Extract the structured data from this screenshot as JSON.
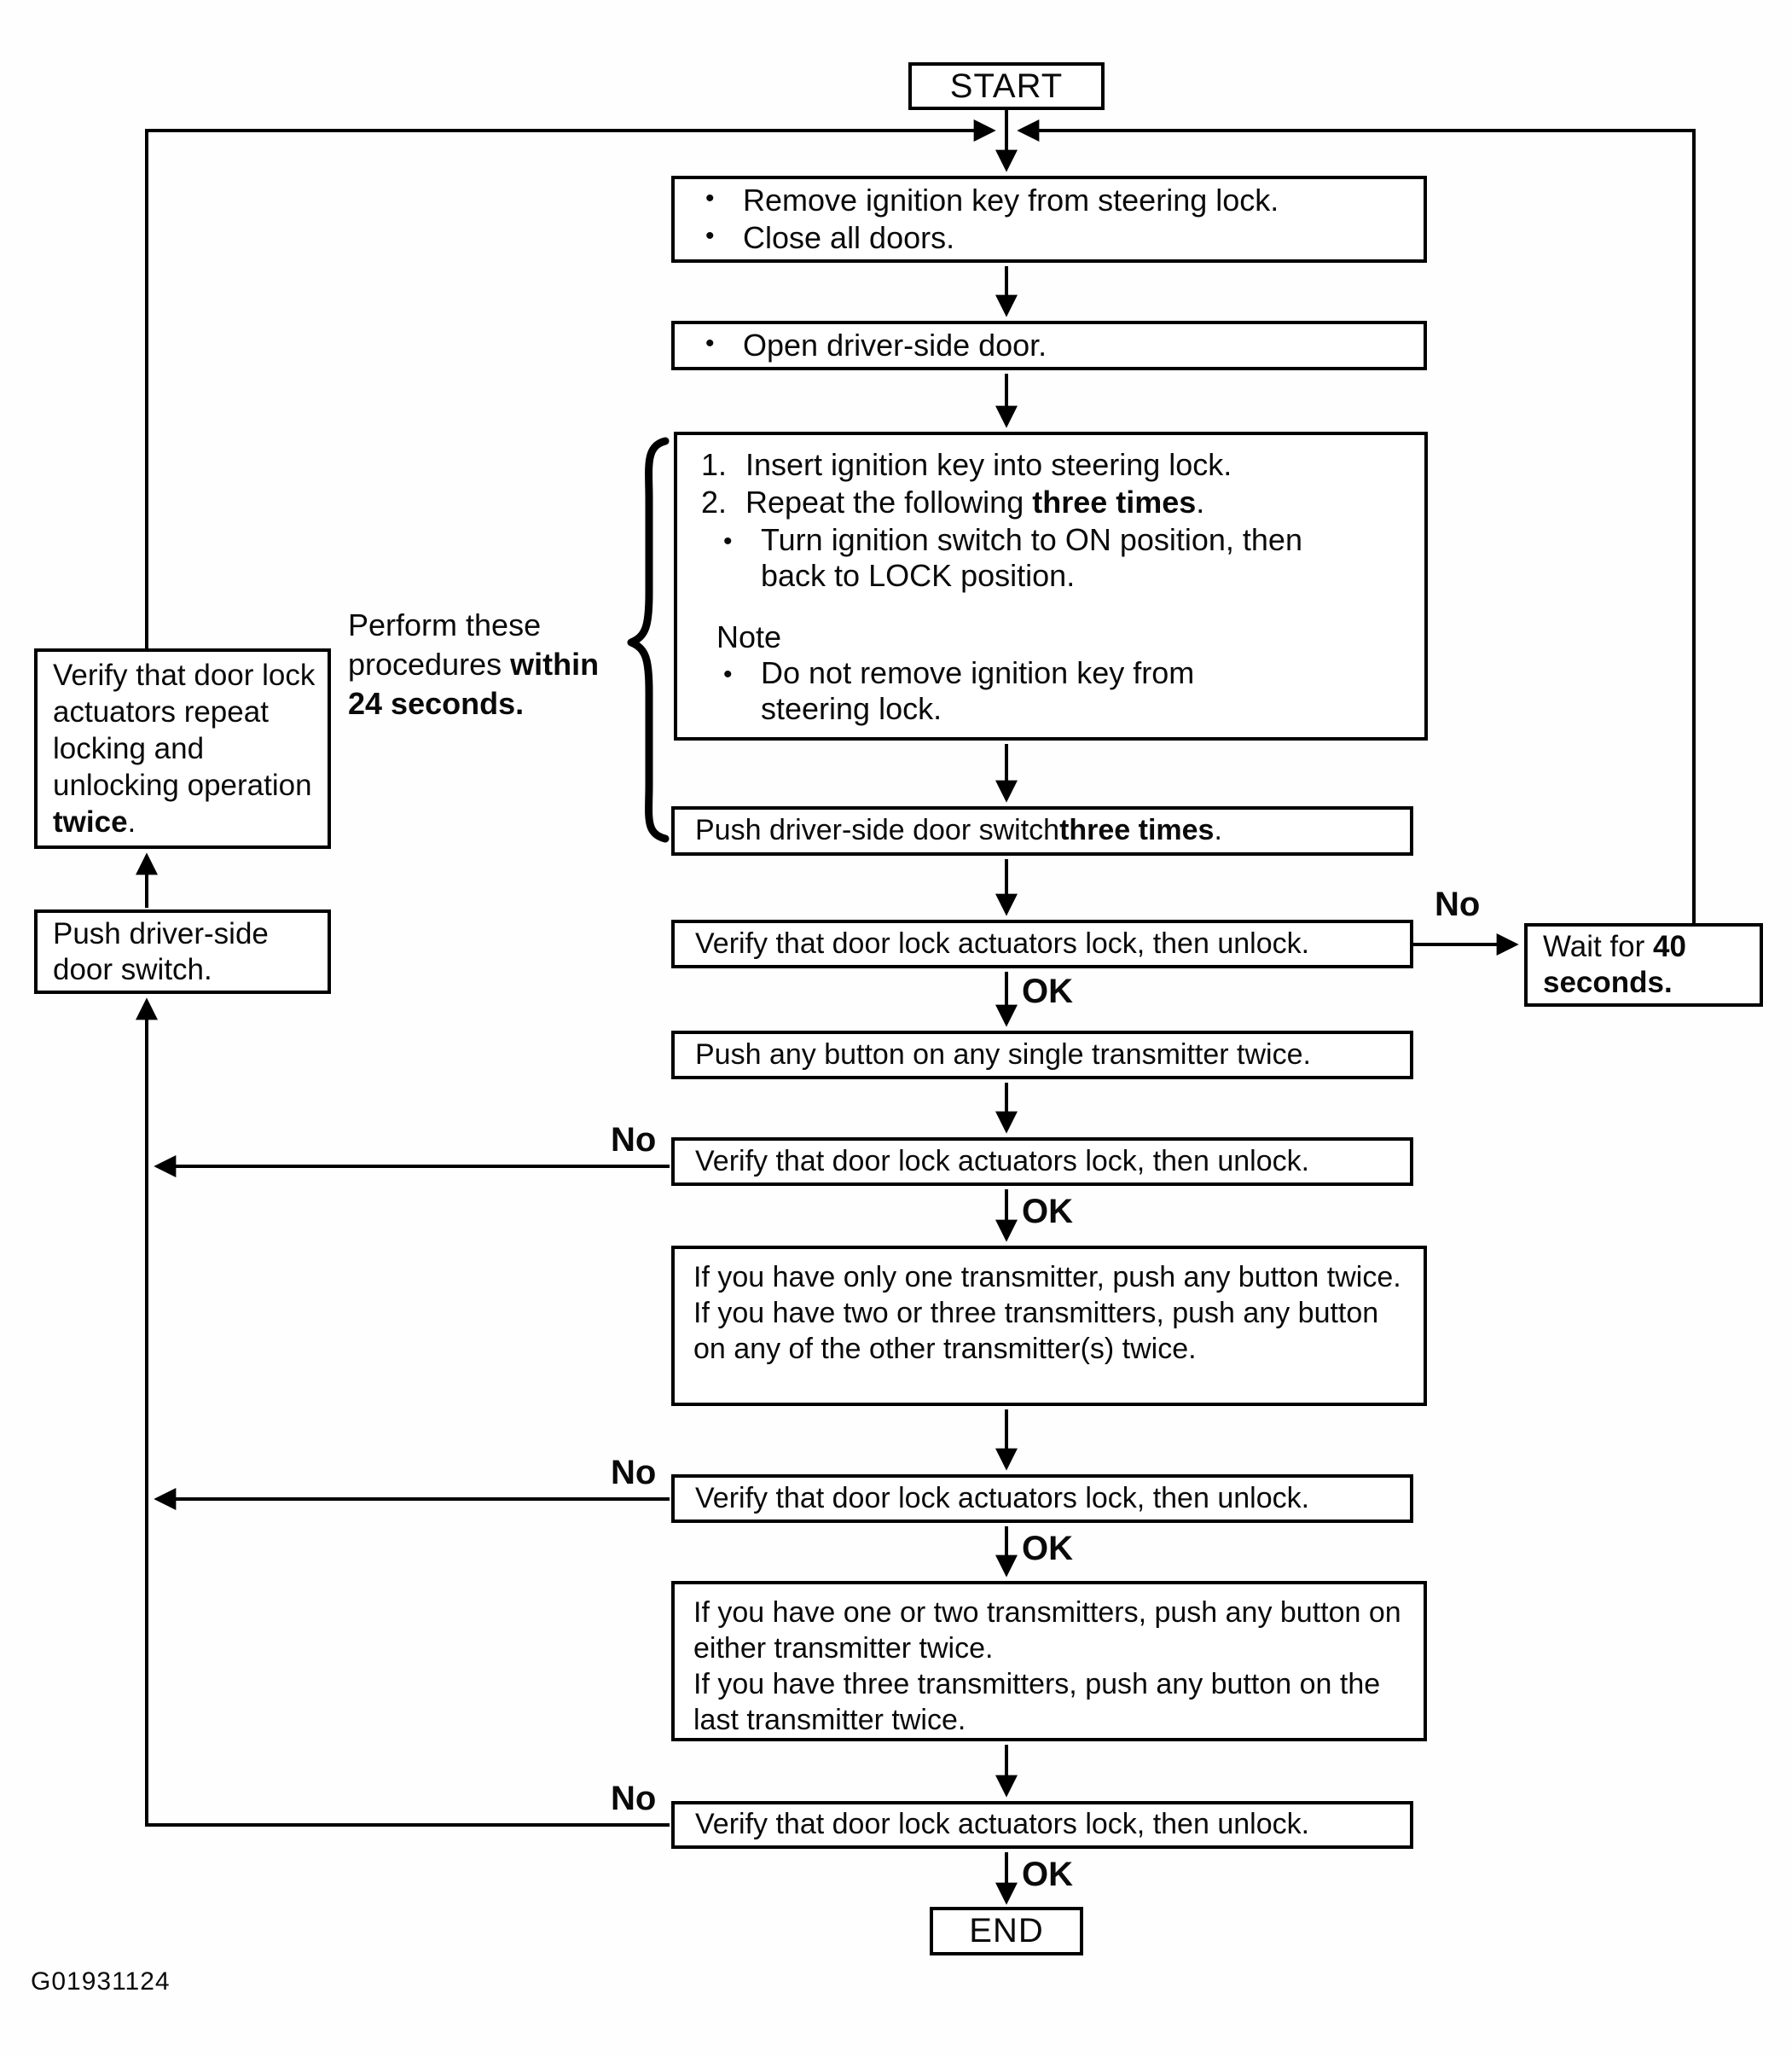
{
  "meta": {
    "figure_code": "G01931124"
  },
  "labels": {
    "start": "START",
    "end": "END",
    "ok": "OK",
    "no": "No",
    "bullet": "•"
  },
  "steps": {
    "prepare": {
      "items": [
        "Remove ignition key from steering lock.",
        "Close all doors."
      ]
    },
    "open_door": {
      "items": [
        "Open driver-side door."
      ]
    },
    "key_cycle": {
      "n1": "1.",
      "t1": "Insert ignition key into steering lock.",
      "n2": "2.",
      "t2_pre": "Repeat the following ",
      "t2_bold": "three times",
      "t2_post": ".",
      "t2_sub": "Turn ignition switch to ON position, then back to LOCK position.",
      "note_title": "Note",
      "note_item": "Do not remove ignition key from steering lock."
    },
    "timing": {
      "pre": "Perform these procedures ",
      "bold": "within 24 seconds."
    },
    "door_switch_3x": {
      "pre": "Push driver-side door switch ",
      "bold": "three times",
      "post": "."
    },
    "verify": "Verify that door lock actuators lock, then unlock.",
    "wait40": {
      "pre": "Wait for ",
      "bold": "40 seconds",
      "post": "."
    },
    "push_any_single": "Push any button on any single transmitter twice.",
    "one_or_more": {
      "l1": "If you have only one transmitter, push any button twice.",
      "l2": "If you have two or three transmitters, push any button on any of the other transmitter(s) twice."
    },
    "last_transmitter": {
      "l1": "If you have one or two transmitters, push any button on either transmitter twice.",
      "l2": "If you have three transmitters, push any button on the last transmitter twice."
    },
    "left_verify_repeat": {
      "pre": "Verify that door lock actuators repeat locking and unlocking operation ",
      "bold": "twice",
      "post": "."
    },
    "left_push_switch": "Push driver-side door switch."
  }
}
